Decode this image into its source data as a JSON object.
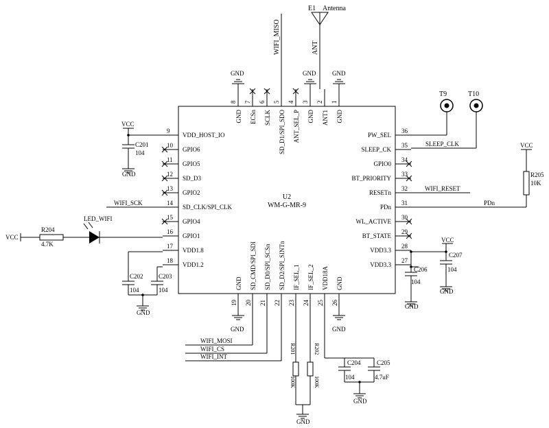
{
  "chip": {
    "designator": "U2",
    "part": "WM-G-MR-9",
    "pins_top": [
      {
        "num": "8",
        "name": "GND",
        "net": "GND"
      },
      {
        "num": "7",
        "name": "ECSn",
        "nc": true
      },
      {
        "num": "6",
        "name": "SCLK",
        "nc": true
      },
      {
        "num": "5",
        "name": "SD_D1/SPI_SDO",
        "net": "WIFI_MISO"
      },
      {
        "num": "4",
        "name": "ANT_SEL_P",
        "nc": true
      },
      {
        "num": "3",
        "name": "GND",
        "net": "GND"
      },
      {
        "num": "2",
        "name": "ANT1",
        "net": "ANT"
      },
      {
        "num": "1",
        "name": "GND",
        "net": "GND"
      }
    ],
    "pins_left": [
      {
        "num": "9",
        "name": "VDD_HOST_IO"
      },
      {
        "num": "10",
        "name": "GPIO6",
        "nc": true
      },
      {
        "num": "11",
        "name": "GPIO5",
        "nc": true
      },
      {
        "num": "12",
        "name": "SD_D3",
        "nc": true
      },
      {
        "num": "13",
        "name": "GPIO2",
        "nc": true
      },
      {
        "num": "14",
        "name": "SD_CLK/SPI_CLK"
      },
      {
        "num": "15",
        "name": "GPIO4",
        "nc": true
      },
      {
        "num": "16",
        "name": "GPIO1"
      },
      {
        "num": "17",
        "name": "VDD1.8"
      },
      {
        "num": "18",
        "name": "VDD1.2"
      }
    ],
    "pins_right": [
      {
        "num": "36",
        "name": "PW_SEL"
      },
      {
        "num": "35",
        "name": "SLEEP_CK"
      },
      {
        "num": "34",
        "name": "GPIO0",
        "nc": true
      },
      {
        "num": "33",
        "name": "BT_PRIORITY",
        "nc": true
      },
      {
        "num": "32",
        "name": "RESETn"
      },
      {
        "num": "31",
        "name": "PDn"
      },
      {
        "num": "30",
        "name": "WL_ACTIVE",
        "nc": true
      },
      {
        "num": "29",
        "name": "BT_STATE",
        "nc": true
      },
      {
        "num": "28",
        "name": "VDD3.3"
      },
      {
        "num": "27",
        "name": "VDD3.3"
      }
    ],
    "pins_bottom": [
      {
        "num": "19",
        "name": "GND"
      },
      {
        "num": "20",
        "name": "SD_CMD/SPI_SDI"
      },
      {
        "num": "21",
        "name": "SD_D0/SPI_SCSn"
      },
      {
        "num": "22",
        "name": "SD_D2/SPI_SINTn"
      },
      {
        "num": "23",
        "name": "IF_SEL_1"
      },
      {
        "num": "24",
        "name": "IF_SEL_2"
      },
      {
        "num": "25",
        "name": "VDD18A"
      },
      {
        "num": "26",
        "name": "GND"
      }
    ]
  },
  "antenna": {
    "designator": "E1",
    "label": "Antenna"
  },
  "test_points": {
    "t9": "T9",
    "t10": "T10"
  },
  "nets": {
    "wifi_miso": "WIFI_MISO",
    "ant": "ANT",
    "wifi_sck": "WIFI_SCK",
    "sleep_clk": "SLEEP_CLK",
    "wifi_reset": "WIFI_RESET",
    "pdn": "PDn",
    "wifi_mosi": "WIFI_MOSI",
    "wifi_cs": "WIFI_CS",
    "wifi_int": "WIFI_INT",
    "led_wifi": "LED_WIFI"
  },
  "power": {
    "vcc": "VCC",
    "gnd": "GND"
  },
  "components": {
    "c201": {
      "ref": "C201",
      "value": "104"
    },
    "c202": {
      "ref": "C202",
      "value": "104"
    },
    "c203": {
      "ref": "C203",
      "value": "104"
    },
    "c204": {
      "ref": "C204",
      "value": "104"
    },
    "c205": {
      "ref": "C205",
      "value": "4.7uF"
    },
    "c206": {
      "ref": "C206",
      "value": "104"
    },
    "c207": {
      "ref": "C207",
      "value": "104"
    },
    "r201": {
      "ref": "R201",
      "value": "100K"
    },
    "r202": {
      "ref": "R202",
      "value": "100K"
    },
    "r204": {
      "ref": "R204",
      "value": "4.7K"
    },
    "r205": {
      "ref": "R205",
      "value": "10K"
    }
  }
}
